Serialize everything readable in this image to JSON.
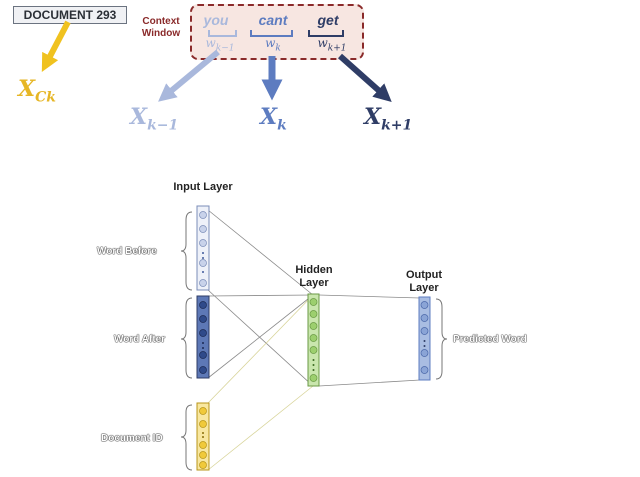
{
  "document_badge": "DOCUMENT 293",
  "context_window": {
    "label_line1": "Context",
    "label_line2": "Window"
  },
  "words": [
    {
      "text": "you",
      "sub": "w",
      "sub_index": "k−1",
      "color": "#a9b8dc"
    },
    {
      "text": "cant",
      "sub": "w",
      "sub_index": "k",
      "color": "#5d7cc0"
    },
    {
      "text": "get",
      "sub": "w",
      "sub_index": "k+1",
      "color": "#2f3d66"
    }
  ],
  "inputs": {
    "doc": {
      "base": "X",
      "sub": "Ck",
      "color": "#e6b625"
    },
    "prev": {
      "base": "X",
      "sub": "k−1",
      "color": "#a9b8dc"
    },
    "cur": {
      "base": "X",
      "sub": "k",
      "color": "#5d7cc0"
    },
    "next": {
      "base": "X",
      "sub": "k+1",
      "color": "#2f3d66"
    }
  },
  "layers": {
    "input": "Input Layer",
    "hidden": "Hidden Layer",
    "output": "Output Layer"
  },
  "side_labels": {
    "word_before": "Word Before",
    "word_after": "Word After",
    "document_id": "Document ID",
    "predicted_word": "Predicted Word"
  },
  "colors": {
    "word_before": "#c8d2ea",
    "word_after": "#3e5a9c",
    "document_id": "#f0c93a",
    "hidden": "#9ccf6e",
    "output": "#8aa4d6"
  }
}
